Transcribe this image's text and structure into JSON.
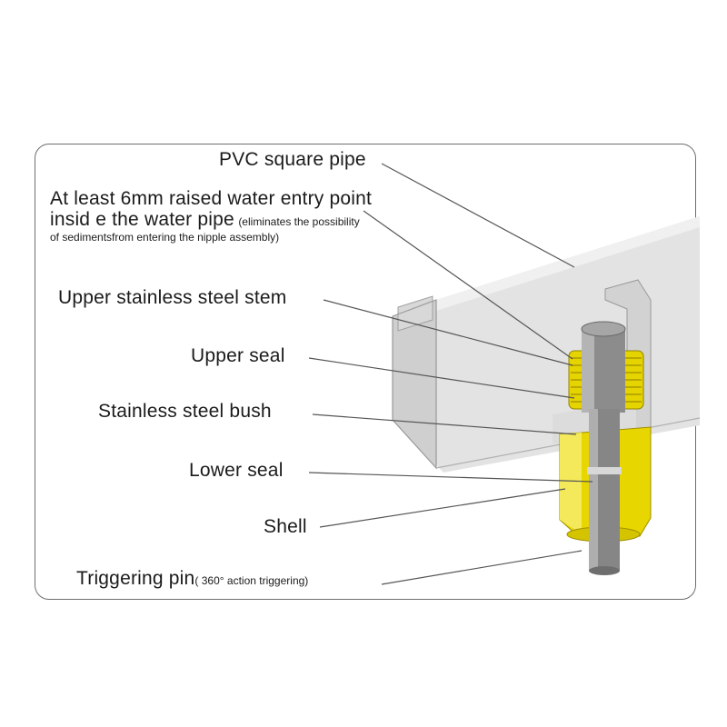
{
  "labels": {
    "pvc_pipe": "PVC square pipe",
    "raised_entry_line1": "At least 6mm raised water entry point",
    "raised_entry_line2": "insid e the water pipe",
    "raised_entry_note1": "(eliminates the possibility",
    "raised_entry_note2": "of  sedimentsfrom entering the nipple assembly)",
    "upper_stem": "Upper stainless steel stem",
    "upper_seal": "Upper seal",
    "bush": "Stainless steel bush",
    "lower_seal": "Lower seal",
    "shell": "Shell",
    "trigger_pin": "Triggering pin",
    "trigger_note": "( 360° action triggering)"
  },
  "colors": {
    "pipe": "#e0e0e0",
    "pipe_edge": "#9a9a9a",
    "brass": "#e6d400",
    "steel": "#8a8a8a",
    "frame": "#6f6f6f"
  }
}
